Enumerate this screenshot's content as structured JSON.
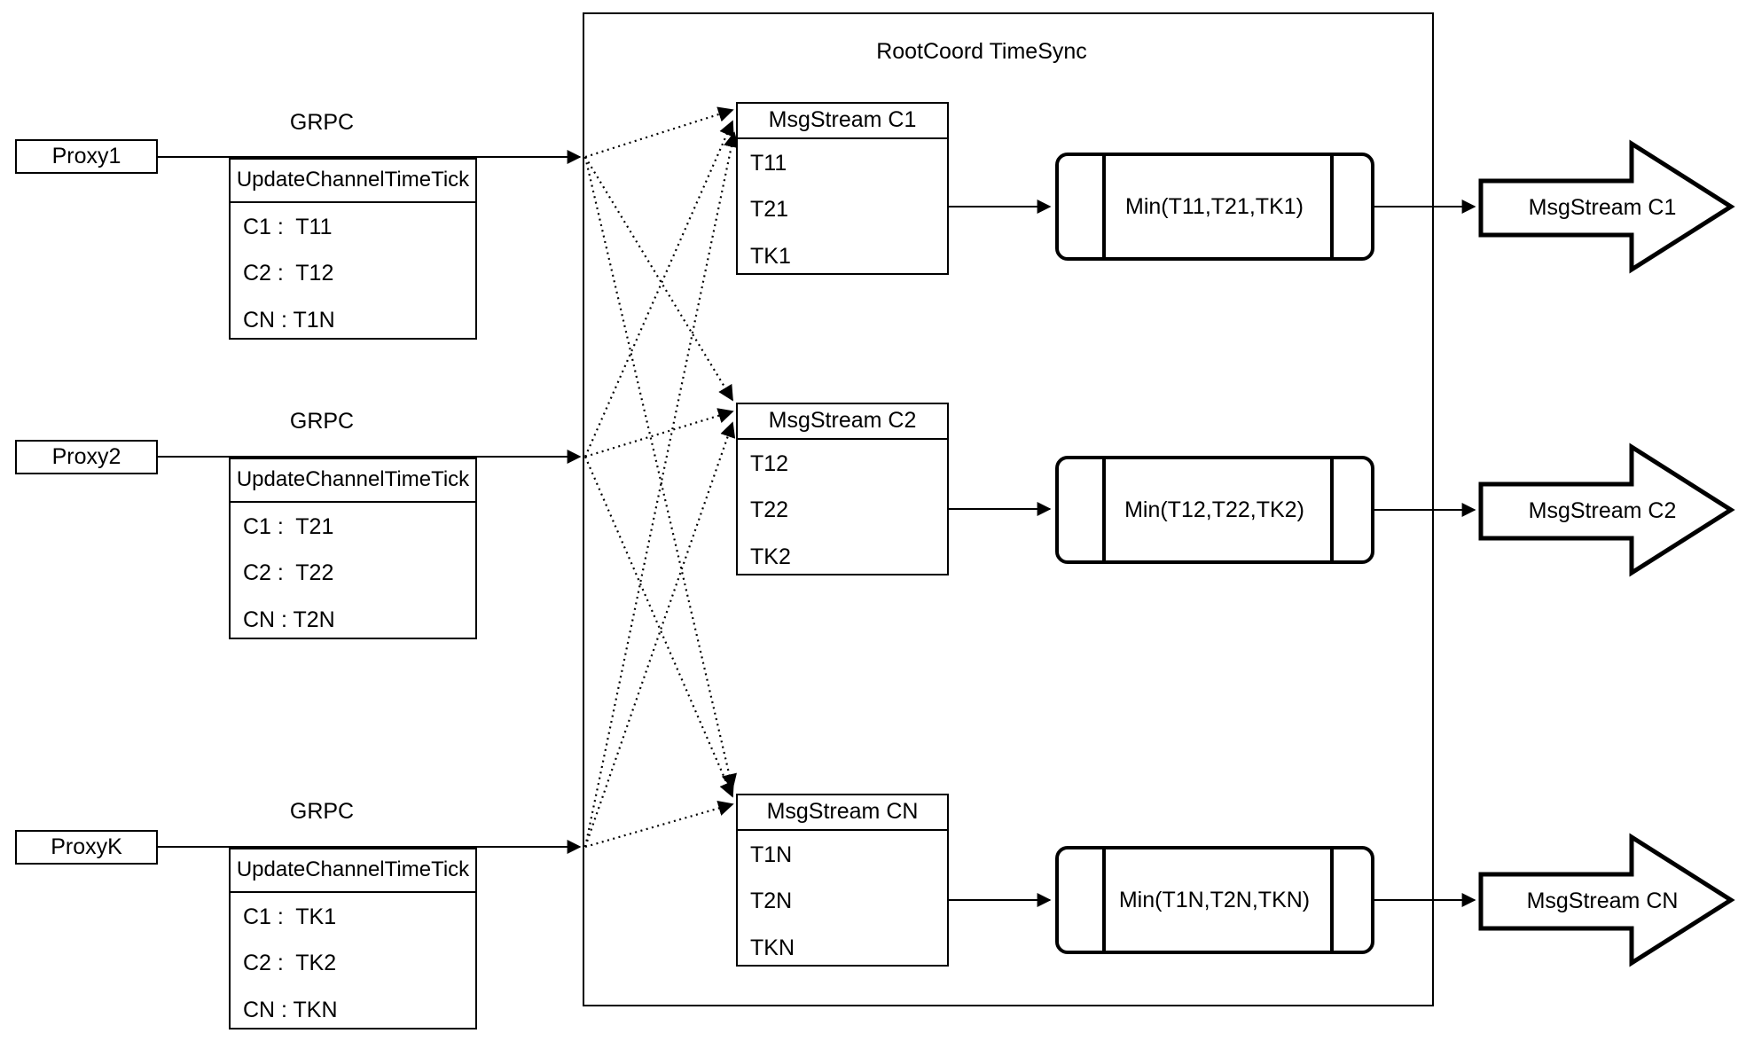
{
  "diagram": {
    "title": "RootCoord TimeSync",
    "grpc_label": "GRPC",
    "rows": [
      {
        "proxy_label": "Proxy1",
        "update_table": {
          "header": "UpdateChannelTimeTick",
          "cells": [
            "C1 :  T11",
            "C2 :  T12",
            "CN : T1N"
          ]
        },
        "stream_table": {
          "header": "MsgStream C1",
          "cells": [
            "T11",
            "T21",
            "TK1"
          ]
        },
        "min_label": "Min(T11,T21,TK1)",
        "output_arrow_label": "MsgStream C1"
      },
      {
        "proxy_label": "Proxy2",
        "update_table": {
          "header": "UpdateChannelTimeTick",
          "cells": [
            "C1 :  T21",
            "C2 :  T22",
            "CN : T2N"
          ]
        },
        "stream_table": {
          "header": "MsgStream C2",
          "cells": [
            "T12",
            "T22",
            "TK2"
          ]
        },
        "min_label": "Min(T12,T22,TK2)",
        "output_arrow_label": "MsgStream C2"
      },
      {
        "proxy_label": "ProxyK",
        "update_table": {
          "header": "UpdateChannelTimeTick",
          "cells": [
            "C1 :  TK1",
            "C2 :  TK2",
            "CN : TKN"
          ]
        },
        "stream_table": {
          "header": "MsgStream CN",
          "cells": [
            "T1N",
            "T2N",
            "TKN"
          ]
        },
        "min_label": "Min(T1N,T2N,TKN)",
        "output_arrow_label": "MsgStream CN"
      }
    ]
  }
}
